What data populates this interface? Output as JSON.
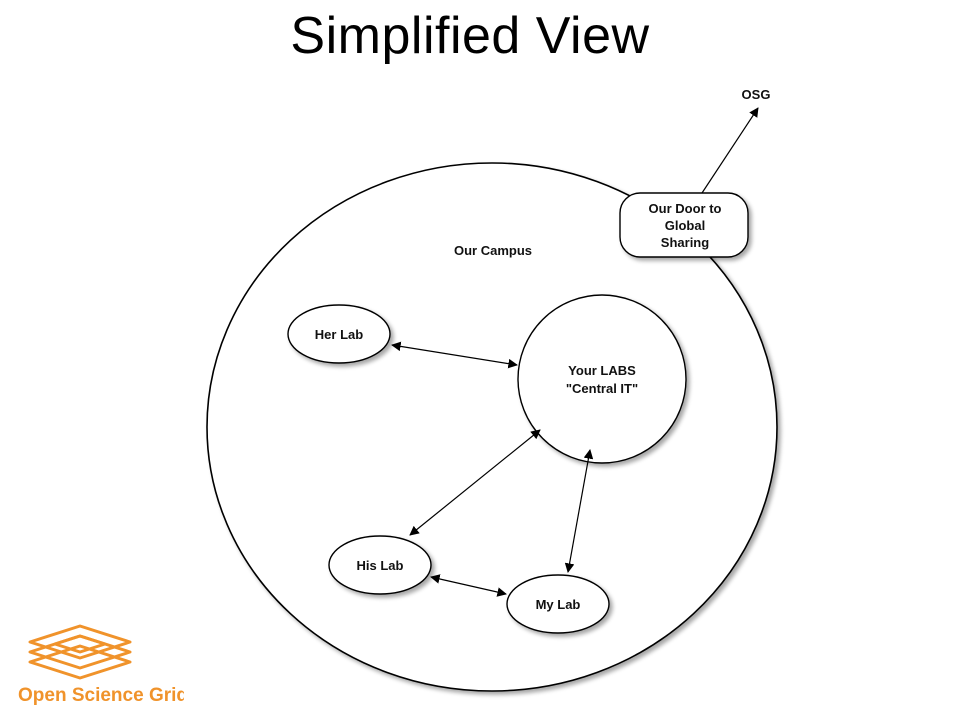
{
  "slide": {
    "title": "Simplified View"
  },
  "diagram": {
    "campus_label": "Our Campus",
    "osg_label": "OSG",
    "door_lines": [
      "Our Door to",
      "Global",
      "Sharing"
    ],
    "central_lines": [
      "Your LABS",
      "\"Central IT\""
    ],
    "her_lab": "Her Lab",
    "his_lab": "His Lab",
    "my_lab": "My Lab"
  },
  "logo": {
    "text": "Open Science Grid",
    "color": "#f0932b"
  }
}
